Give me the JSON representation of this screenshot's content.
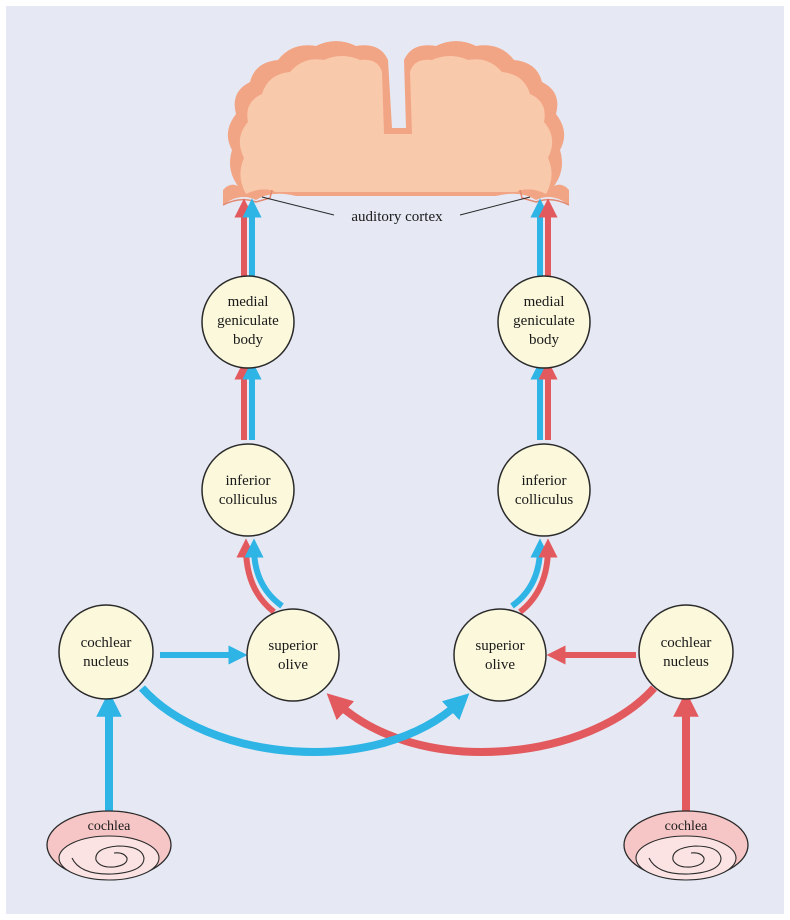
{
  "colors": {
    "background": "#e6e9f4",
    "ipsilateral_blue": "#2fb4e6",
    "contralateral_red": "#e35a5e",
    "node_fill": "#fbf8dc",
    "node_stroke": "#2a2a2a",
    "brain_fill": "#f9c9ac",
    "brain_edge": "#f2a585",
    "cochlea_fill": "#f6c6c6"
  },
  "cortex": {
    "label": "auditory cortex"
  },
  "left": {
    "medial_geniculate": [
      "medial",
      "geniculate",
      "body"
    ],
    "inferior_colliculus": [
      "inferior",
      "colliculus"
    ],
    "superior_olive": [
      "superior",
      "olive"
    ],
    "cochlear_nucleus": [
      "cochlear",
      "nucleus"
    ],
    "cochlea": "cochlea"
  },
  "right": {
    "medial_geniculate": [
      "medial",
      "geniculate",
      "body"
    ],
    "inferior_colliculus": [
      "inferior",
      "colliculus"
    ],
    "superior_olive": [
      "superior",
      "olive"
    ],
    "cochlear_nucleus": [
      "cochlear",
      "nucleus"
    ],
    "cochlea": "cochlea"
  }
}
